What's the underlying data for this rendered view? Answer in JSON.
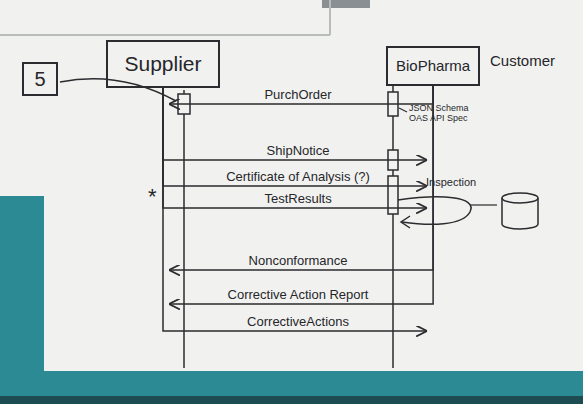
{
  "diagram": {
    "nodes": [
      {
        "text": [
          "Supplier"
        ]
      },
      {
        "text": [
          "BioPharma"
        ]
      },
      {
        "text": [
          "5"
        ]
      }
    ],
    "edges": [
      {
        "from": 1,
        "to": 0,
        "arrow": "to",
        "label": "PurchOrder"
      },
      {
        "from": 0,
        "to": 1,
        "arrow": "to",
        "label": "ShipNotice"
      },
      {
        "from": 0,
        "to": 1,
        "arrow": "to",
        "label": "Certificate of Analysis (?)"
      },
      {
        "from": 0,
        "to": 1,
        "arrow": "to",
        "label": "TestResults"
      },
      {
        "from": 1,
        "to": 0,
        "arrow": "to",
        "label": "Nonconformance"
      },
      {
        "from": 1,
        "to": 0,
        "arrow": "to",
        "label": "Corrective Action Report"
      },
      {
        "from": 0,
        "to": 1,
        "arrow": "to",
        "label": "CorrectiveActions"
      }
    ],
    "labels": [
      "Customer",
      "JSON Schema OAS API Spec",
      "*",
      "Inspection"
    ]
  }
}
